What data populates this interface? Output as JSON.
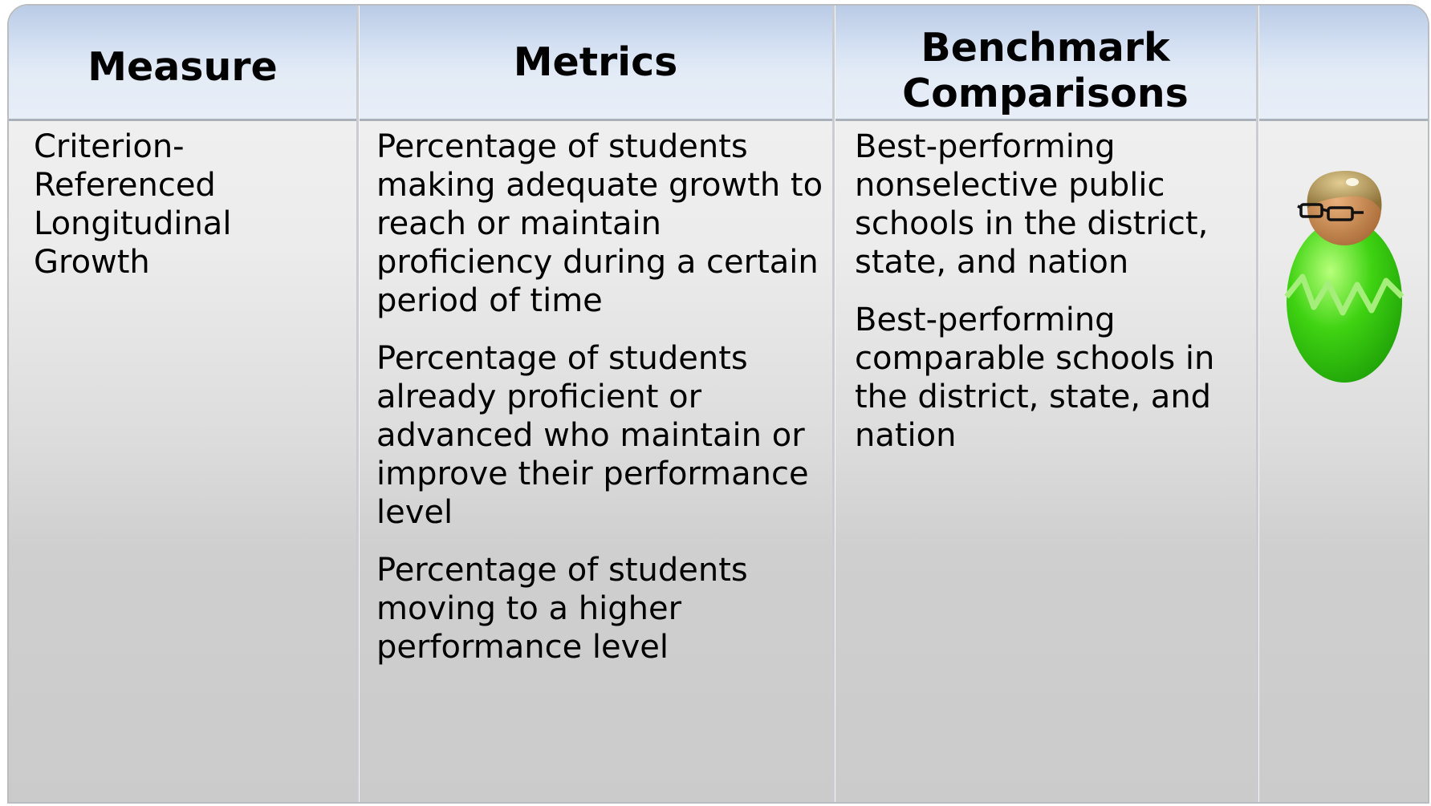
{
  "table": {
    "headers": {
      "measure": "Measure",
      "metrics": "Metrics",
      "benchmarks": "Benchmark Comparisons"
    },
    "row": {
      "measure": "Criterion-Referenced Longitudinal Growth",
      "metrics": [
        "Percentage of students making adequate growth to reach or maintain proficiency during a certain period of time",
        "Percentage of students already proficient or advanced who maintain or improve their performance level",
        "Percentage of students moving to a higher performance level"
      ],
      "benchmarks": [
        "Best-performing nonselective public schools in the district, state, and nation",
        "Best-performing comparable schools in the district, state, and nation"
      ]
    }
  },
  "avatar": {
    "icon": "student-with-glasses-figure",
    "body_color": "#3fd312",
    "head_color": "#c7894f",
    "hair_color": "#b89a58"
  }
}
